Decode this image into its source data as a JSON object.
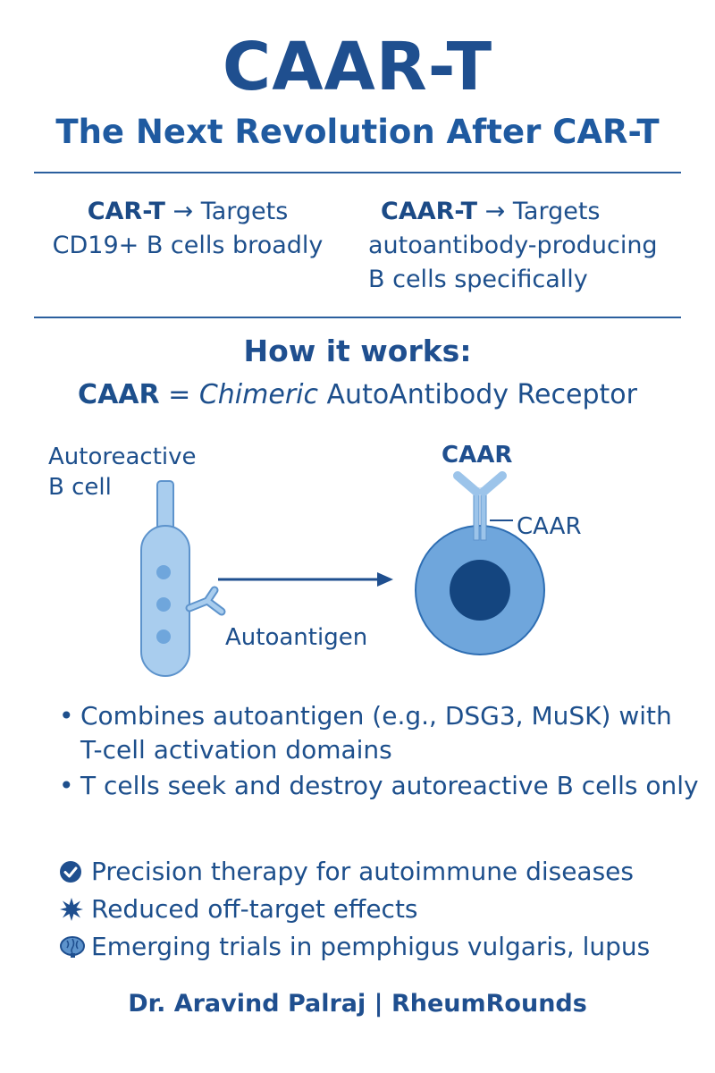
{
  "header": {
    "title": "CAAR-T",
    "subtitle": "The Next Revolution After CAR-T"
  },
  "comparison": {
    "left": {
      "name": "CAR-T",
      "arrow": "→",
      "verb": "Targets",
      "line2": "CD19+ B cells broadly"
    },
    "right": {
      "name": "CAAR-T",
      "arrow": "→",
      "verb": "Targets",
      "line2": "autoantibody-producing",
      "line3": "B cells specifically"
    }
  },
  "how": {
    "heading": "How it works:",
    "acronym": "CAAR",
    "equals": "=",
    "italic_word": "Chimeric",
    "rest": "AutoAntibody Receptor"
  },
  "diagram": {
    "b_cell_label_line1": "Autoreactive",
    "b_cell_label_line2": "B cell",
    "autoantigen_label": "Autoantigen",
    "caar_top_label": "CAAR",
    "caar_side_label": "CAAR"
  },
  "bullets": [
    {
      "dot": "•",
      "text": "Combines autoantigen (e.g., DSG3, MuSK) with T-cell activation domains"
    },
    {
      "dot": "•",
      "text": "T cells seek and destroy autoreactive B cells only"
    }
  ],
  "benefits": [
    {
      "icon": "check-circle-icon",
      "text": "Precision therapy for autoimmune diseases"
    },
    {
      "icon": "starburst-icon",
      "text": "Reduced off-target effects"
    },
    {
      "icon": "brain-icon",
      "text": "Emerging trials in pemphigus vulgaris, lupus"
    }
  ],
  "footer": {
    "text": "Dr. Aravind Palraj | RheumRounds"
  },
  "colors": {
    "primary": "#1f4f8f",
    "text": "#1d4f8c",
    "cell_light": "#a9cdee",
    "cell_mid": "#6fa6dc",
    "cell_dark": "#14457f"
  }
}
